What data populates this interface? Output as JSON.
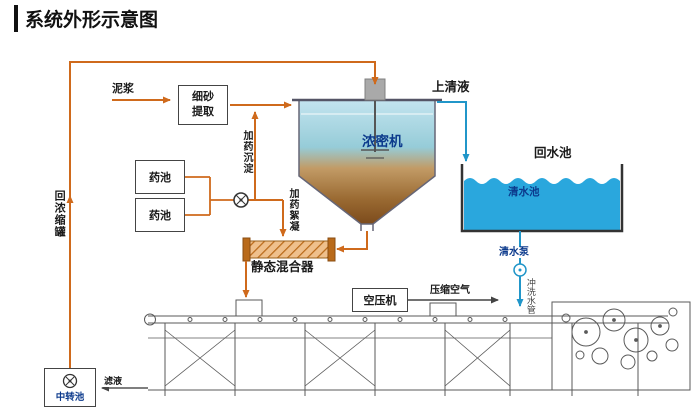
{
  "title": "系统外形示意图",
  "labels": {
    "mud": "泥浆",
    "sand_extraction": "细砂提取",
    "chem_tank_1": "药池",
    "chem_tank_2": "药池",
    "dosing_sedimentation": "加药沉淀",
    "dosing_flocculation": "加药絮凝",
    "thickener": "浓密机",
    "supernatant": "上清液",
    "return_pool": "回水池",
    "clear_water_pool": "清水池",
    "clear_water_pump": "清水泵",
    "flush_pipe": "冲洗水管",
    "static_mixer": "静态混合器",
    "air_compressor": "空压机",
    "compressed_air": "压缩空气",
    "return_to_thickener": "回浓缩罐",
    "transfer_pool": "中转池",
    "filtrate": "滤液"
  },
  "colors": {
    "flow_line": "#cf6a1c",
    "water_line": "#2196c9",
    "water_fill": "#2aa7dd",
    "navy_text": "#0c3a8c",
    "machine_line": "#5a5a5a"
  }
}
